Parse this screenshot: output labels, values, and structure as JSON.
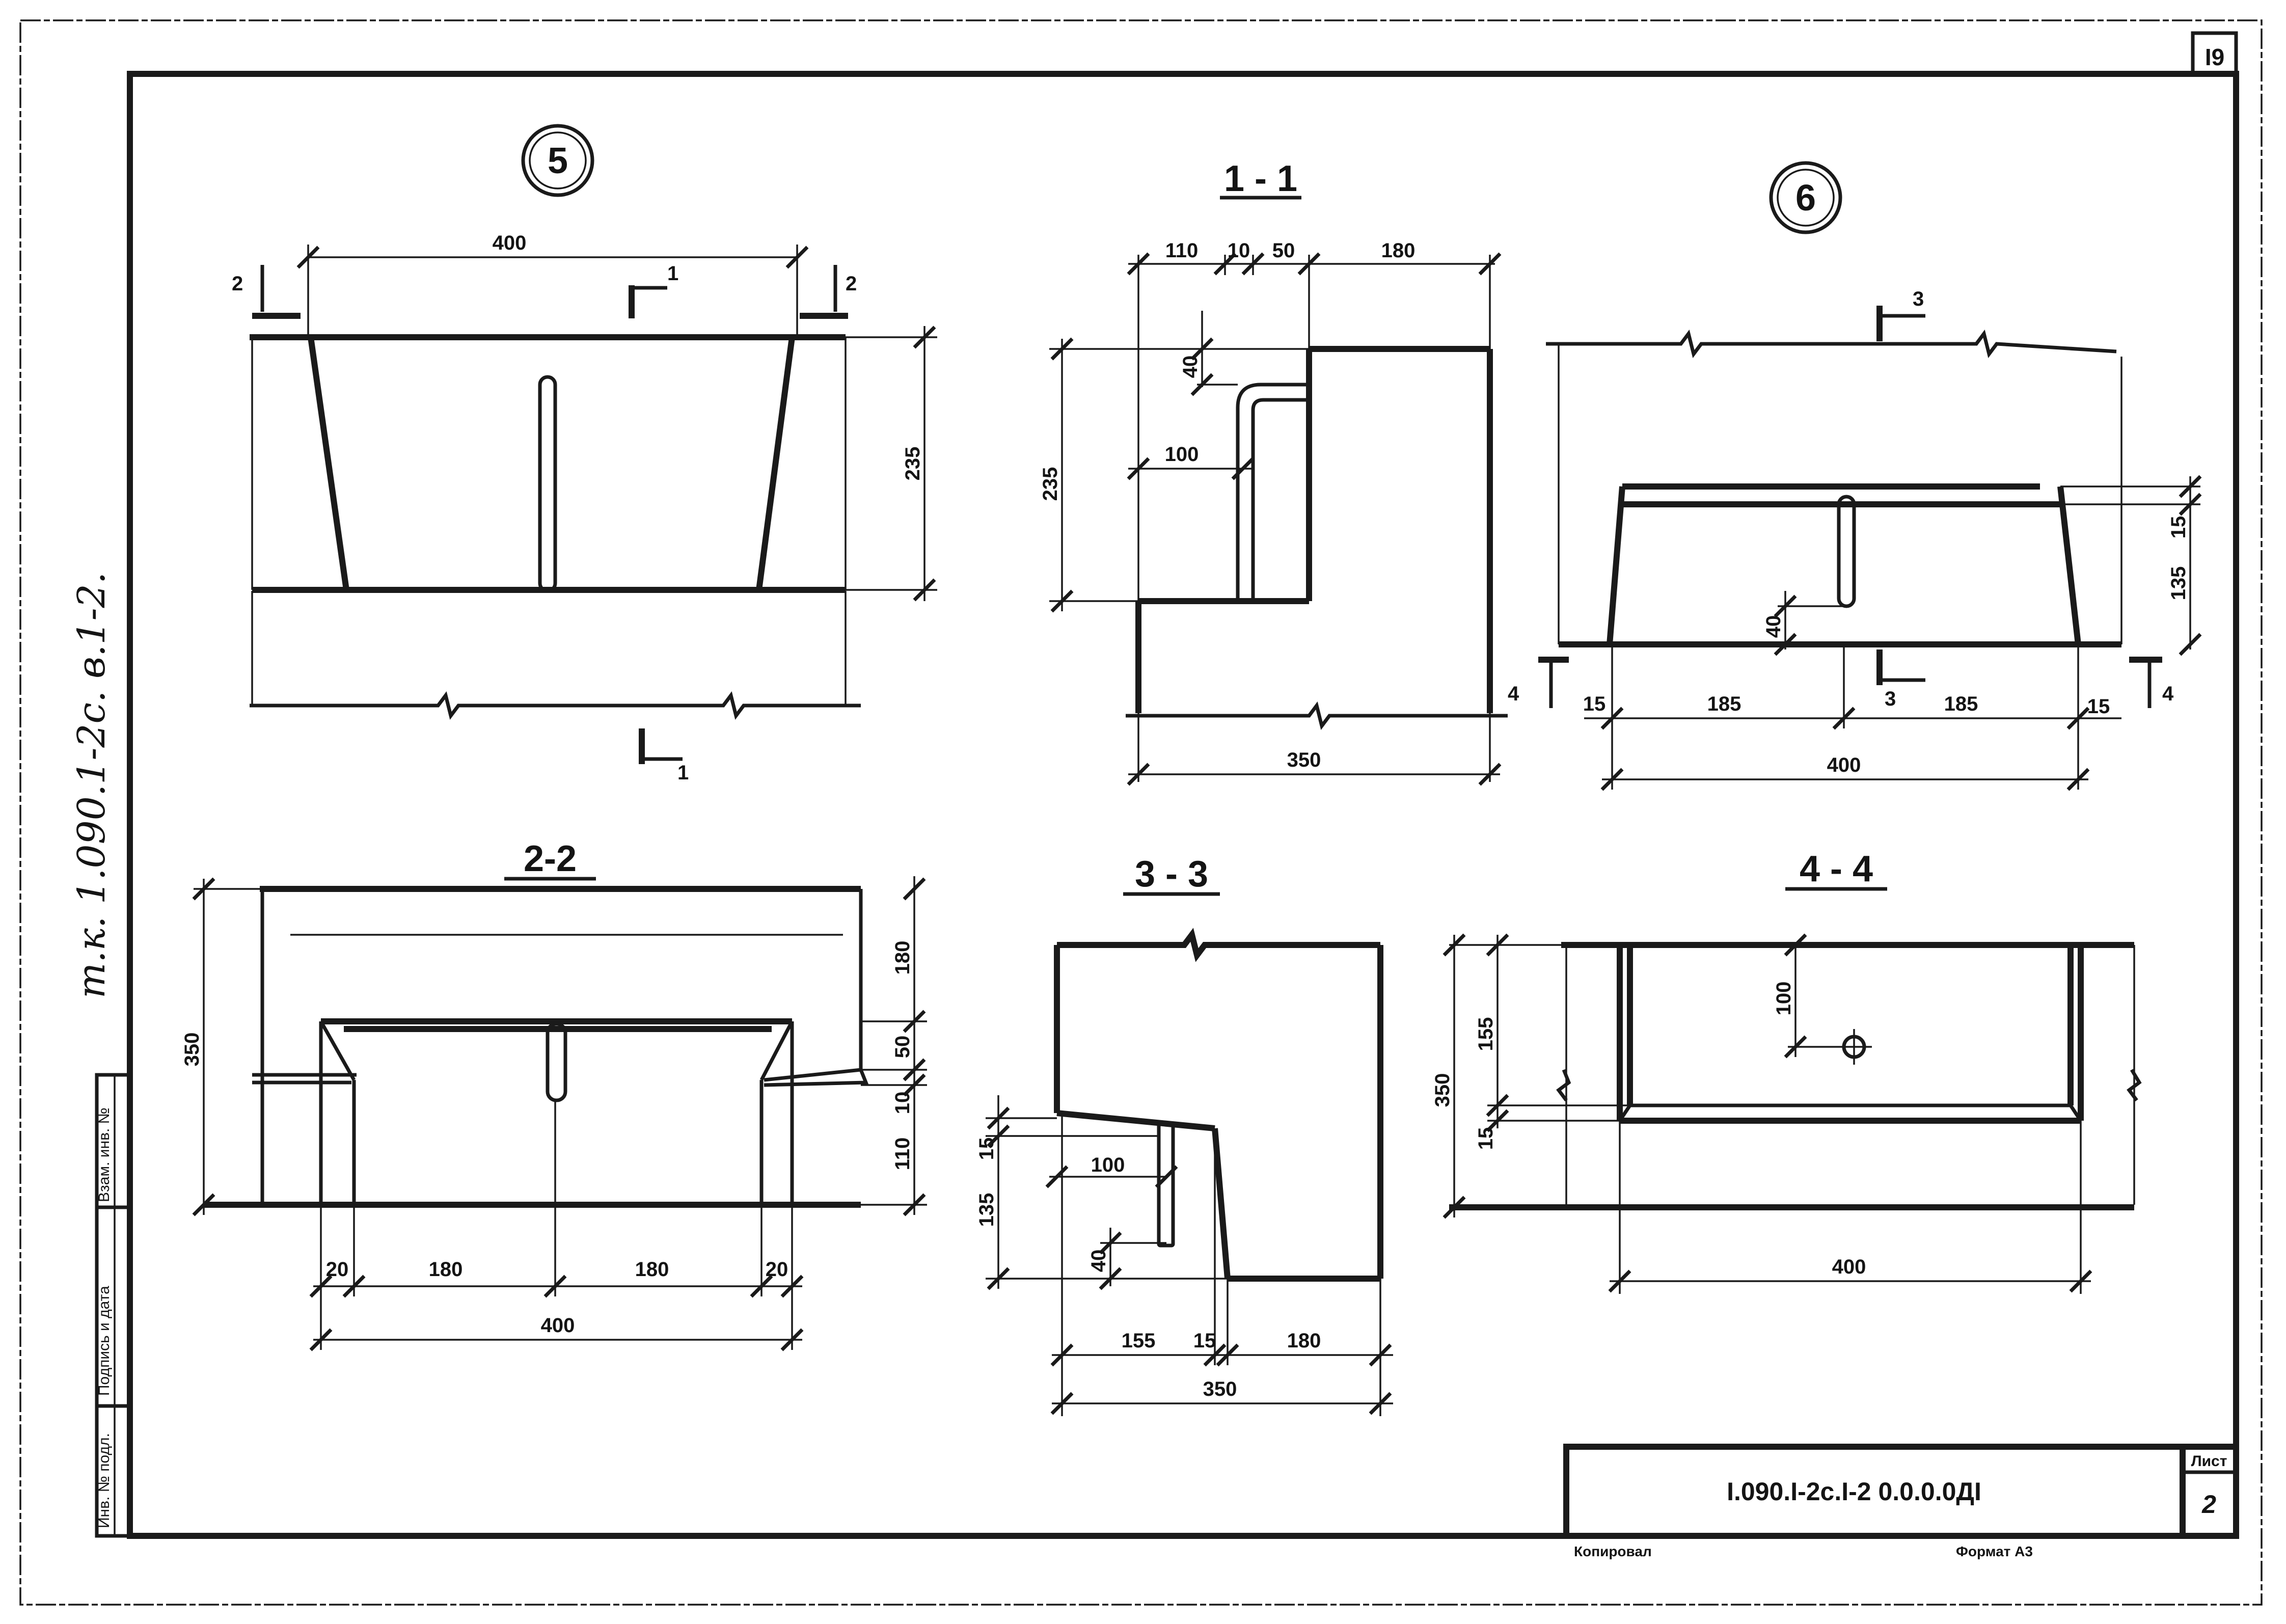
{
  "sheet": {
    "page_number": "I9",
    "side_note": "т.к. 1.090.1-2с. в.1-2.",
    "side_stamp": {
      "col1": "Инв. № подл.",
      "col2": "Подпись и дата",
      "col3": "Взам. инв. №"
    },
    "title_block": {
      "code": "I.090.I-2c.I-2 0.0.0.0ДI",
      "sheet_label": "Лист",
      "sheet_number": "2"
    },
    "footer": {
      "copied": "Копировал",
      "format": "Формат А3"
    }
  },
  "views": {
    "node5": {
      "label": "5",
      "dims": {
        "top_width": "400",
        "height": "235"
      },
      "cut_marks": {
        "left": "2",
        "right": "2",
        "top": "1",
        "bottom": "1"
      }
    },
    "sec11": {
      "label": "1 - 1",
      "dims": {
        "d110": "110",
        "d10": "10",
        "d50": "50",
        "d180": "180",
        "d40": "40",
        "d100": "100",
        "d235": "235",
        "d350": "350"
      }
    },
    "node6": {
      "label": "6",
      "dims": {
        "d15a": "15",
        "d135": "135",
        "d40": "40",
        "d15b": "15",
        "d185a": "185",
        "d185b": "185",
        "d15c": "15",
        "d400": "400"
      },
      "cut_marks": {
        "top": "3",
        "bottom": "3",
        "left": "4",
        "right": "4"
      }
    },
    "sec22": {
      "label": "2-2",
      "dims": {
        "d350": "350",
        "d180v": "180",
        "d50": "50",
        "d10": "10",
        "d110": "110",
        "d20a": "20",
        "d180a": "180",
        "d180b": "180",
        "d20b": "20",
        "d400": "400"
      }
    },
    "sec33": {
      "label": "3 - 3",
      "dims": {
        "d15": "15",
        "d135": "135",
        "d100": "100",
        "d40": "40",
        "d155": "155",
        "d15b": "15",
        "d180": "180",
        "d350": "350"
      }
    },
    "sec44": {
      "label": "4 - 4",
      "dims": {
        "d350": "350",
        "d155": "155",
        "d15": "15",
        "d100": "100",
        "d400": "400"
      }
    }
  }
}
